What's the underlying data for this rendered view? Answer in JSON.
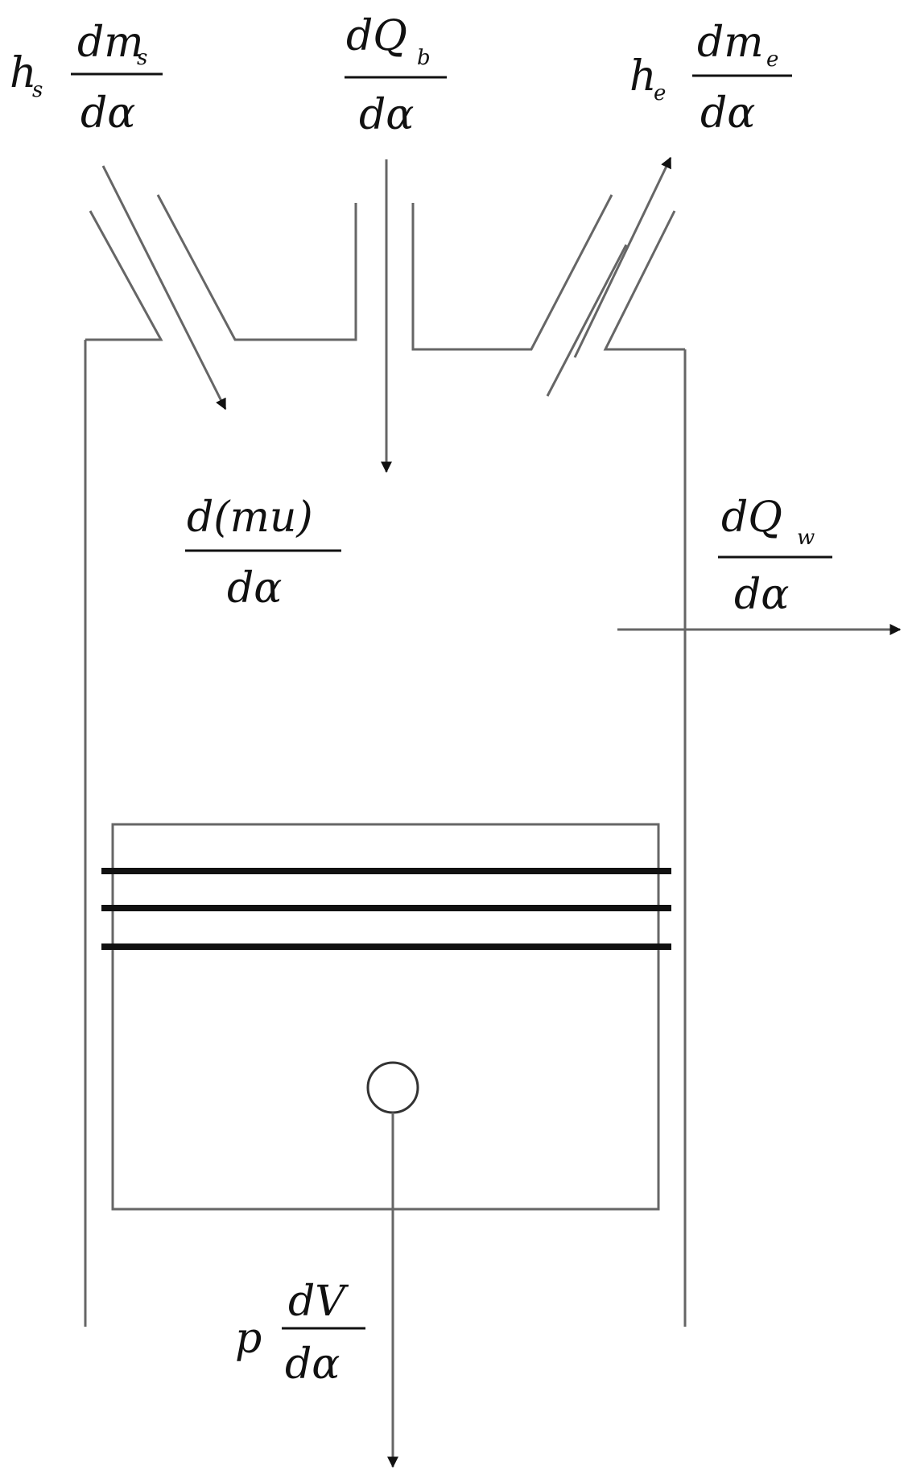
{
  "labels": {
    "intake": {
      "prefix": "h",
      "prefix_sub": "s",
      "num": "dm",
      "num_sub": "s",
      "den": "dα"
    },
    "combustion_heat": {
      "num": "dQ",
      "num_sub": "b",
      "den": "dα"
    },
    "exhaust": {
      "prefix": "h",
      "prefix_sub": "e",
      "num": "dm",
      "num_sub": "e",
      "den": "dα"
    },
    "internal_energy": {
      "num": "d(mu)",
      "den": "dα"
    },
    "wall_heat": {
      "num": "dQ",
      "num_sub": "w",
      "den": "dα"
    },
    "piston_work": {
      "prefix": "p",
      "num": "dV",
      "den": "dα"
    }
  }
}
